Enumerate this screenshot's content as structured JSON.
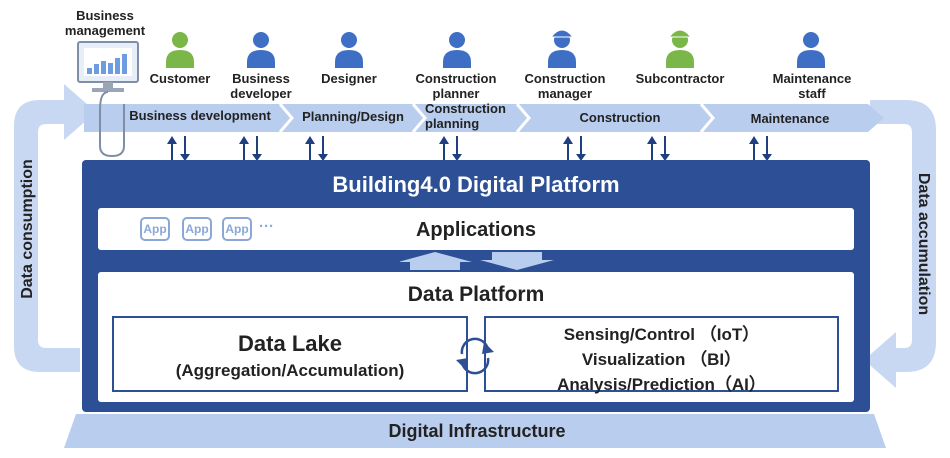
{
  "top": {
    "business_management_label": "Business\nmanagement"
  },
  "roles": [
    {
      "label": "Customer",
      "color": "#7ab648"
    },
    {
      "label": "Business\ndeveloper",
      "color": "#3f6fc5"
    },
    {
      "label": "Designer",
      "color": "#3f6fc5"
    },
    {
      "label": "Construction\nplanner",
      "color": "#3f6fc5"
    },
    {
      "label": "Construction\nmanager",
      "color": "#3f6fc5"
    },
    {
      "label": "Subcontractor",
      "color": "#7ab648"
    },
    {
      "label": "Maintenance\nstaff",
      "color": "#3f6fc5"
    }
  ],
  "phases": [
    {
      "label": "Business development"
    },
    {
      "label": "Planning/Design"
    },
    {
      "label": "Construction\nplanning"
    },
    {
      "label": "Construction"
    },
    {
      "label": "Maintenance"
    }
  ],
  "platform": {
    "title": "Building4.0 Digital Platform",
    "applications": {
      "title": "Applications",
      "chips": [
        "App",
        "App",
        "App"
      ],
      "ellipsis": "···"
    },
    "data_platform": {
      "title": "Data Platform",
      "lake_title": "Data Lake",
      "lake_subtitle": "(Aggregation/Accumulation)",
      "functions": [
        "Sensing/Control （IoT）",
        "Visualization （BI）",
        "Analysis/Prediction（AI）"
      ]
    }
  },
  "infrastructure": {
    "title": "Digital Infrastructure"
  },
  "flows": {
    "left": "Data consumption",
    "right": "Data accumulation"
  },
  "colors": {
    "platform_blue": "#2c4f95",
    "band_light": "#b9cdee",
    "arrow_dark": "#1f3f80",
    "chip_blue": "#8aa7d8"
  }
}
